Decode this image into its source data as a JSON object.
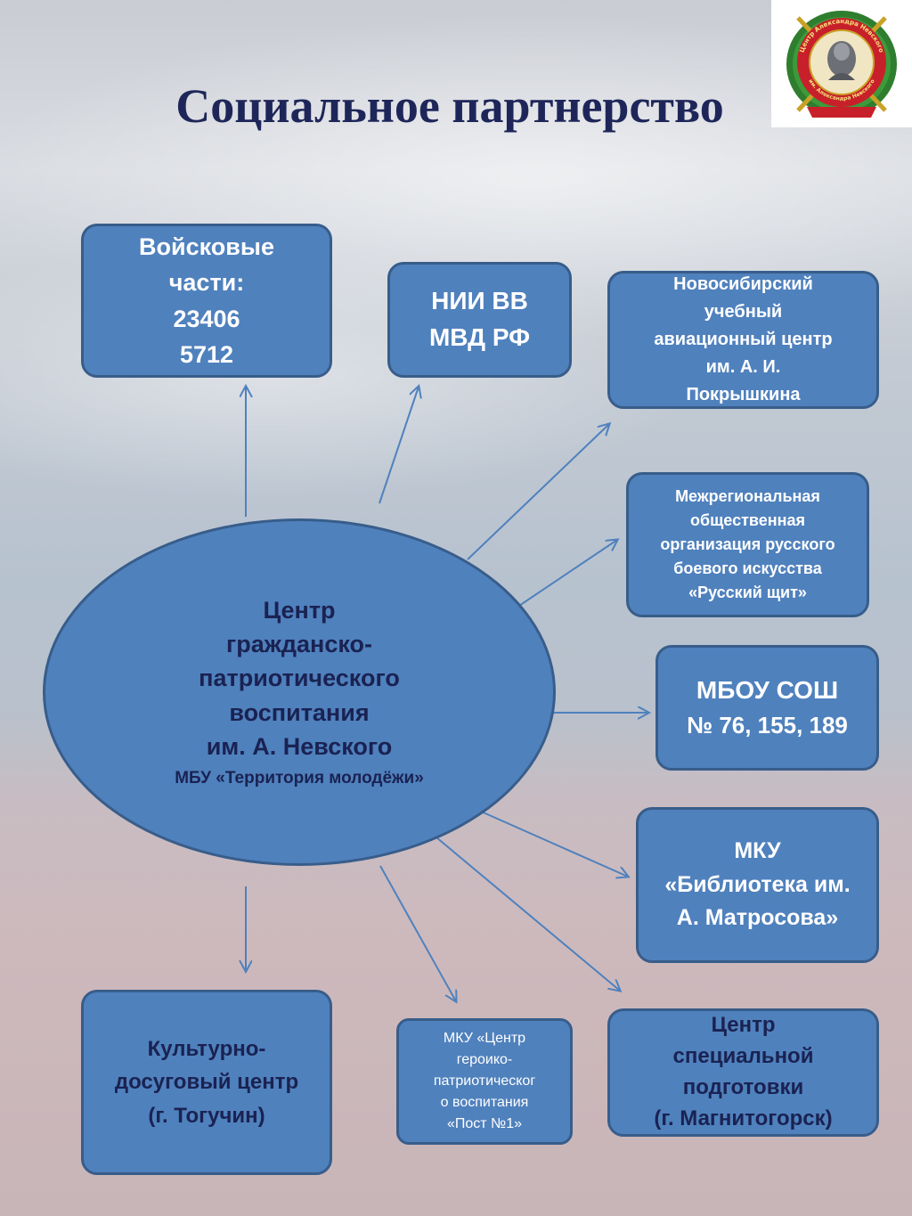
{
  "title": "Социальное партнерство",
  "center": {
    "lines": [
      "Центр",
      "гражданско-",
      "патриотического",
      "воспитания",
      "им.  А. Невского"
    ],
    "subtitle": "МБУ «Территория молодёжи»"
  },
  "partners": {
    "military_units": [
      "Войсковые",
      "части:",
      "23406",
      "5712"
    ],
    "nii": [
      "НИИ ВВ",
      "МВД РФ"
    ],
    "aviation": [
      "Новосибирский",
      "учебный",
      "авиационный центр",
      "им. А. И.",
      "Покрышкина"
    ],
    "shield": [
      "Межрегиональная",
      "общественная",
      "организация русского",
      "боевого искусства",
      "«Русский щит»"
    ],
    "school": [
      "МБОУ СОШ",
      "№ 76, 155, 189"
    ],
    "library": [
      "МКУ",
      "«Библиотека им.",
      "А. Матросова»"
    ],
    "culture": [
      "Культурно-",
      "досуговый центр",
      "(г. Тогучин)"
    ],
    "post": [
      "МКУ «Центр",
      "героико-",
      "патриотическог",
      "о воспитания",
      "«Пост №1»"
    ],
    "special": [
      "Центр",
      "специальной",
      "подготовки",
      "(г. Магнитогорск)"
    ]
  },
  "logo": {
    "ring_top_text": "Центр Александра Невского",
    "ring_bottom_text": "им. Александра Невского"
  },
  "colors": {
    "box_fill": "#4f81bd",
    "box_border": "#385d8a",
    "arrow": "#4f81bd",
    "title": "#1e2659"
  }
}
